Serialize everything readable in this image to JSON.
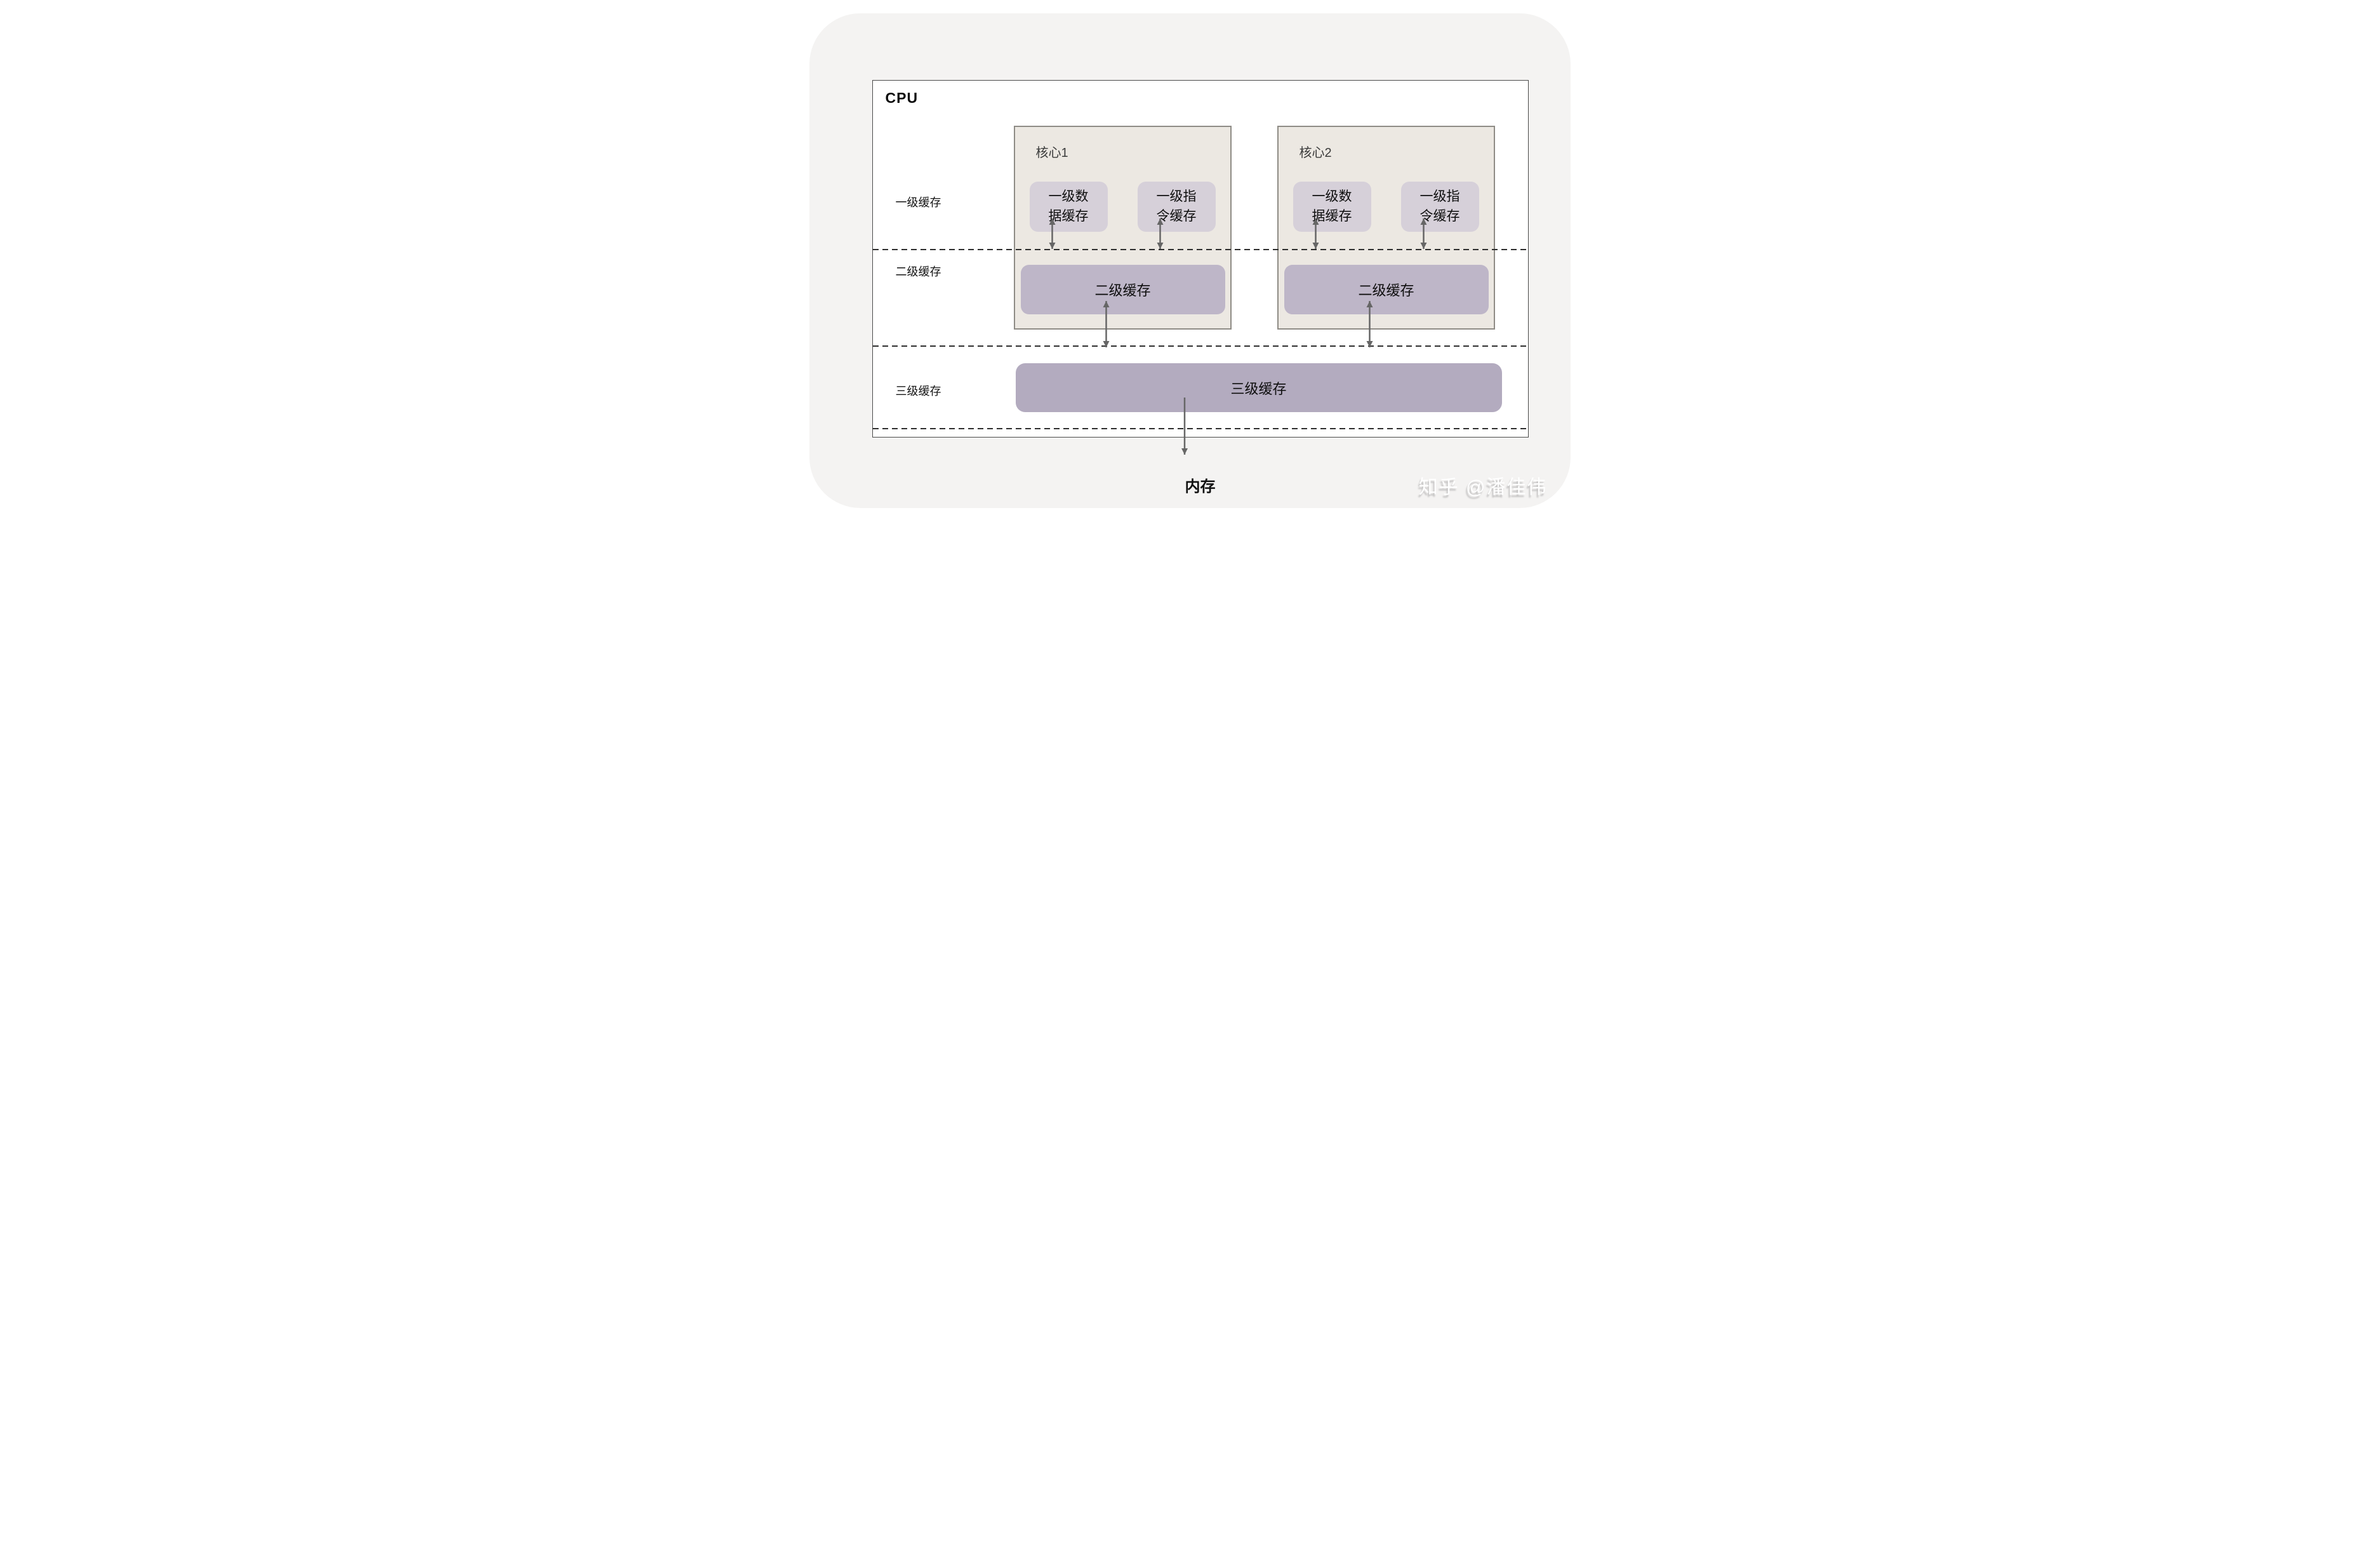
{
  "cpu": {
    "title": "CPU",
    "row_labels": [
      {
        "label": "一级缓存"
      },
      {
        "label": "二级缓存"
      },
      {
        "label": "三级缓存"
      }
    ],
    "cores": [
      {
        "title": "核心1",
        "l1_data": "一级数\n据缓存",
        "l1_instr": "一级指\n令缓存",
        "l2": "二级缓存"
      },
      {
        "title": "核心2",
        "l1_data": "一级数\n据缓存",
        "l1_instr": "一级指\n令缓存",
        "l2": "二级缓存"
      }
    ],
    "l3_label": "三级缓存"
  },
  "memory": {
    "label": "内存"
  },
  "watermark": {
    "text": "知乎 @潘佳伟"
  },
  "colors": {
    "page_background": "#ffffff",
    "card_background": "#f4f3f2",
    "cpu_box_background": "#ffffff",
    "core_background": "#ece8e2",
    "l1_box": "#d6d0d9",
    "l2_box": "#beb6c8",
    "l3_bar": "#b3abbf",
    "arrow": "#666666",
    "dashed_line": "#2f2f2f"
  }
}
